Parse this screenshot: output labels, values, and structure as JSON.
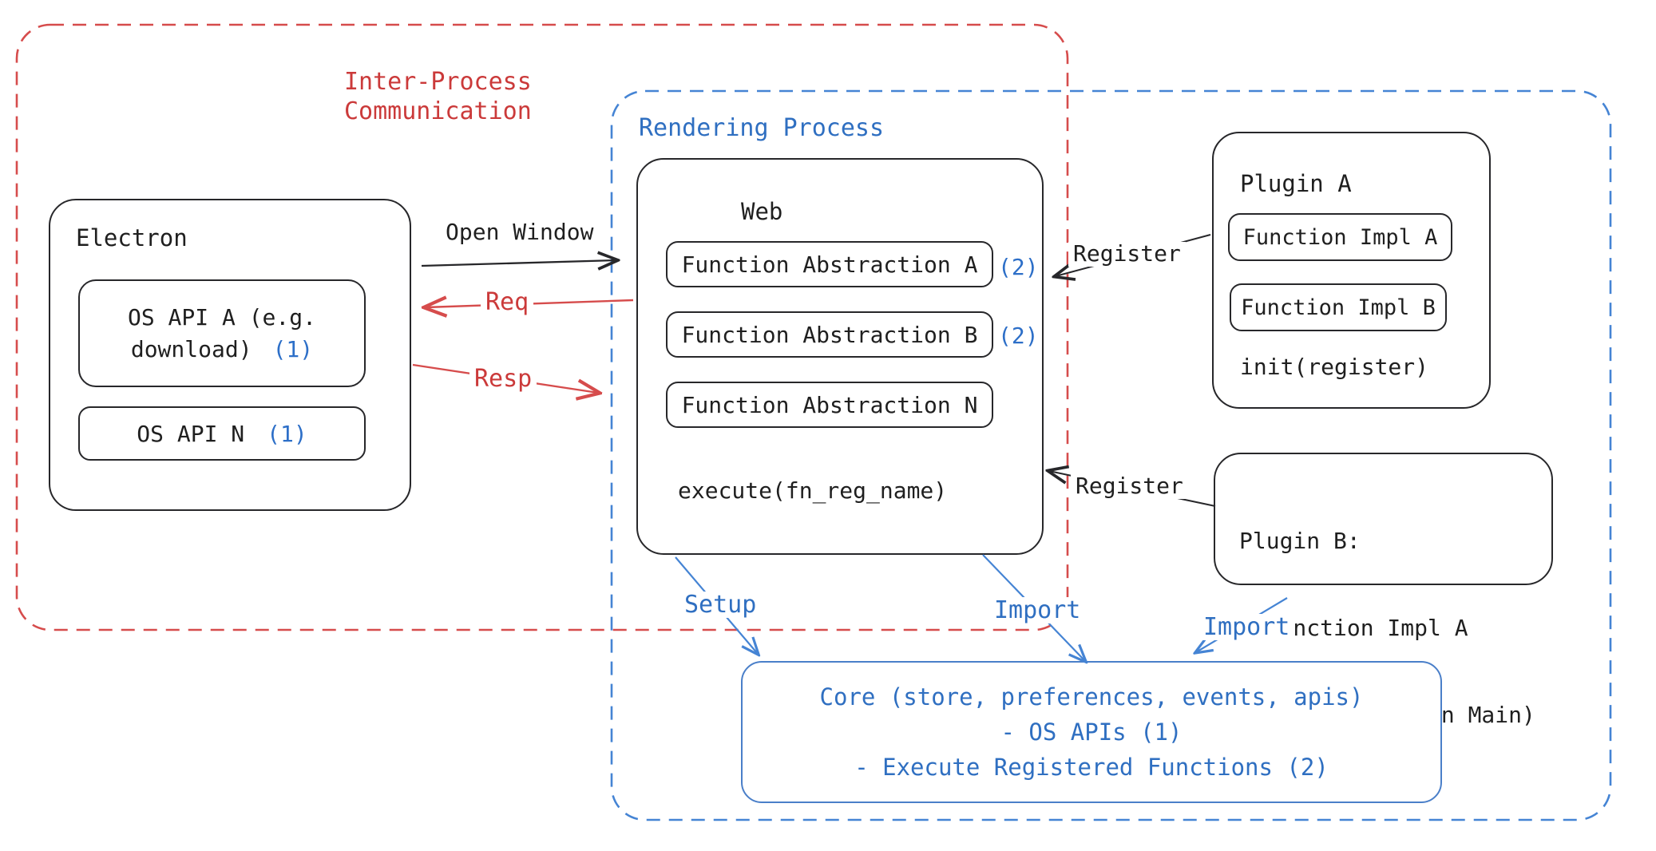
{
  "colors": {
    "red": "#d64c4c",
    "blue_stroke": "#4584d4",
    "blue_text": "#2f6fc1",
    "black": "#27272a"
  },
  "ipc": {
    "label_line1": "Inter-Process",
    "label_line2": "Communication"
  },
  "rendering": {
    "label": "Rendering Process"
  },
  "electron": {
    "title": "Electron",
    "os_api_a_line1": "OS API A (e.g.",
    "os_api_a_line2": "download)",
    "os_api_a_badge": "(1)",
    "os_api_n": "OS API N",
    "os_api_n_badge": "(1)"
  },
  "web": {
    "title": "Web",
    "fn_a": "Function Abstraction A",
    "fn_a_badge": "(2)",
    "fn_b": "Function Abstraction B",
    "fn_b_badge": "(2)",
    "fn_n": "Function Abstraction N",
    "execute": "execute(fn_reg_name)"
  },
  "plugin_a": {
    "title": "Plugin A",
    "impl_a": "Function Impl A",
    "impl_b": "Function Impl B",
    "init": "init(register)"
  },
  "plugin_b": {
    "line1": "Plugin B:",
    "line2": "- Function Impl A",
    "line3": "- Module (run on Main)"
  },
  "core": {
    "line1": "Core (store, preferences, events, apis)",
    "line2": "- OS APIs (1)",
    "line3": "- Execute Registered Functions (2)"
  },
  "arrows": {
    "open_window": "Open Window",
    "req": "Req",
    "resp": "Resp",
    "register1": "Register",
    "register2": "Register",
    "setup": "Setup",
    "import1": "Import",
    "import2": "Import"
  }
}
